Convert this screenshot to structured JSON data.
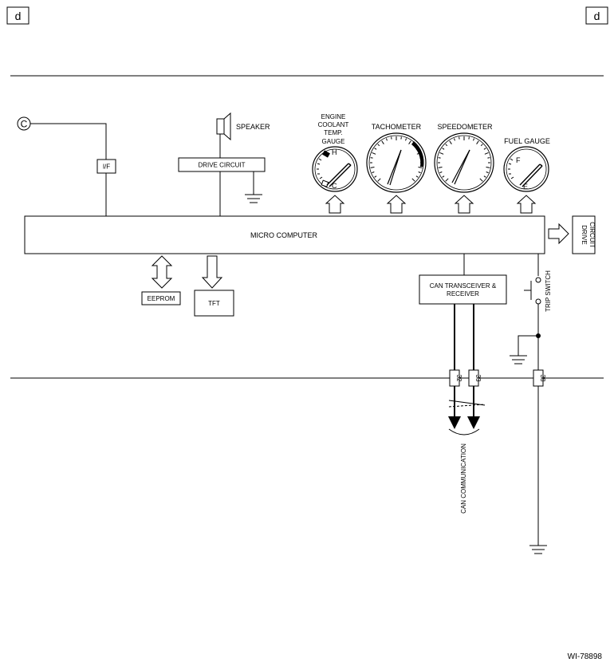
{
  "corner_tags": {
    "left": "d",
    "right": "d"
  },
  "connector_marker": "C",
  "labels": {
    "speaker": "SPEAKER",
    "if_block": "I/F",
    "drive_circuit_top": "DRIVE CIRCUIT",
    "engine_coolant": [
      "ENGINE",
      "COOLANT",
      "TEMP.",
      "GAUGE"
    ],
    "tachometer": "TACHOMETER",
    "speedometer": "SPEEDOMETER",
    "fuel_gauge": "FUEL GAUGE",
    "micro_computer": "MICRO COMPUTER",
    "drive_circuit_side": [
      "DRIVE",
      "CIRCUIT"
    ],
    "eeprom": "EEPROM",
    "tft": "TFT",
    "can_transceiver": [
      "CAN TRANSCEIVER &",
      "RECEIVER"
    ],
    "trip_switch": "TRIP SWITCH",
    "can_communication": "CAN COMMUNICATION",
    "figure_id": "WI-78898"
  },
  "gauge_marks": {
    "temp_high": "H",
    "temp_cold": "C",
    "fuel_full": "F",
    "fuel_empty": "E"
  },
  "terminals": [
    "32",
    "33",
    "38"
  ]
}
